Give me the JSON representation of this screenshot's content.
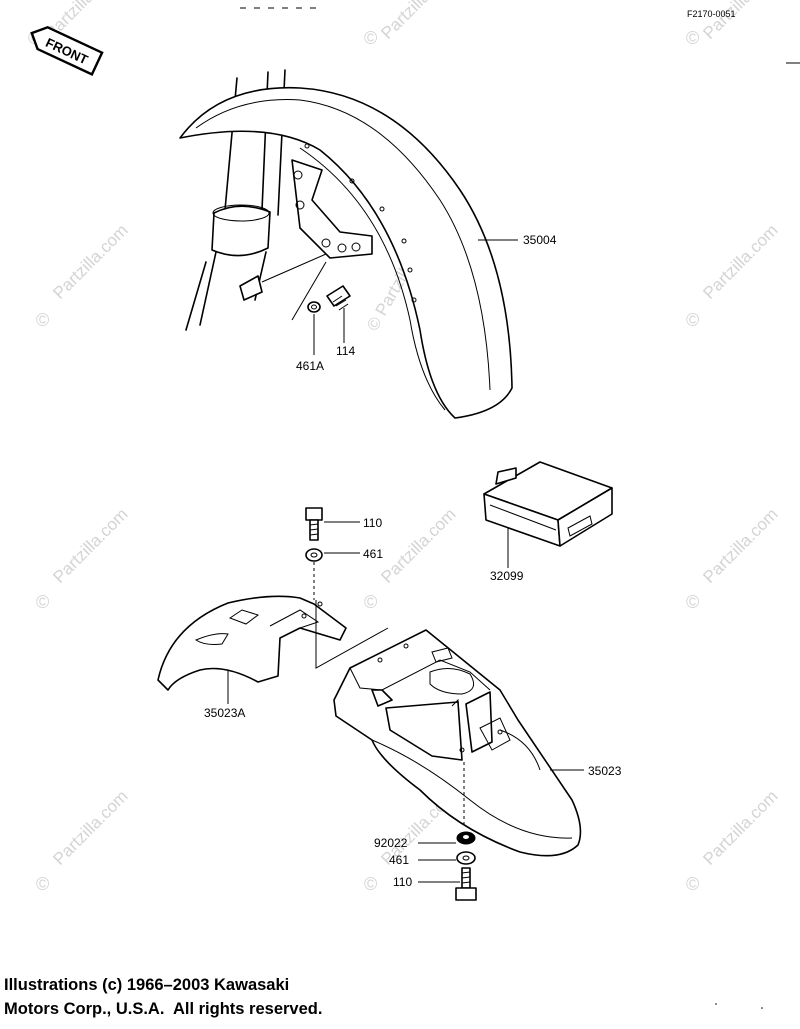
{
  "diagram_code": "F2170-0051",
  "front_arrow_label": "FRONT",
  "watermark": {
    "site": "Partzilla.com",
    "symbol": "©",
    "center_text": "© Partzilla.com"
  },
  "parts": {
    "front_fender": "35004",
    "washer_front": "461A",
    "bolt_front": "114",
    "bolt_top": "110",
    "washer_top": "461",
    "box": "32099",
    "fender_front_section": "35023A",
    "rear_fender": "35023",
    "washer_bottom_a": "92022",
    "washer_bottom_b": "461",
    "bolt_bottom": "110"
  },
  "copyright": {
    "line1": "Illustrations (c) 1966–2003 Kawasaki",
    "line2": "Motors Corp., U.S.A.  All rights reserved."
  },
  "colors": {
    "line": "#000000",
    "watermark": "#d4d4d4",
    "background": "#ffffff"
  }
}
